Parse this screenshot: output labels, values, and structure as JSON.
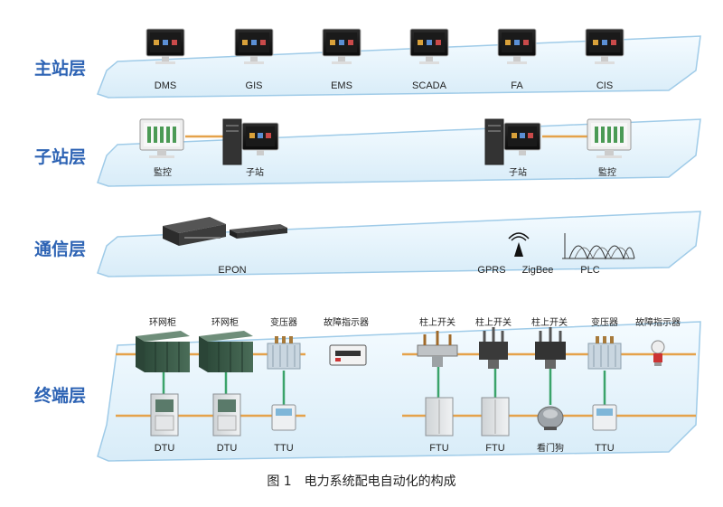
{
  "layers": {
    "master": {
      "title": "主站层",
      "devices": [
        "DMS",
        "GIS",
        "EMS",
        "SCADA",
        "FA",
        "CIS"
      ]
    },
    "substation": {
      "title": "子站层",
      "devices": [
        "監控",
        "子站",
        "子站",
        "監控"
      ]
    },
    "comm": {
      "title": "通信层",
      "devices": [
        "EPON",
        "GPRS",
        "ZigBee",
        "PLC"
      ]
    },
    "terminal": {
      "title": "终端层",
      "top_devices": [
        "环网柜",
        "环网柜",
        "变压器",
        "故障指示器",
        "柱上开关",
        "柱上开关",
        "柱上开关",
        "变压器",
        "故障指示器"
      ],
      "bottom_devices": [
        "DTU",
        "DTU",
        "TTU",
        "FTU",
        "FTU",
        "看门狗",
        "TTU"
      ]
    }
  },
  "caption": "图 1　电力系统配电自动化的构成",
  "colors": {
    "plane_fill": "#e4f2fb",
    "plane_edge": "#9fcbe8",
    "title": "#2d63b4",
    "link_orange": "#e5a24a",
    "link_green": "#3aa36a"
  }
}
